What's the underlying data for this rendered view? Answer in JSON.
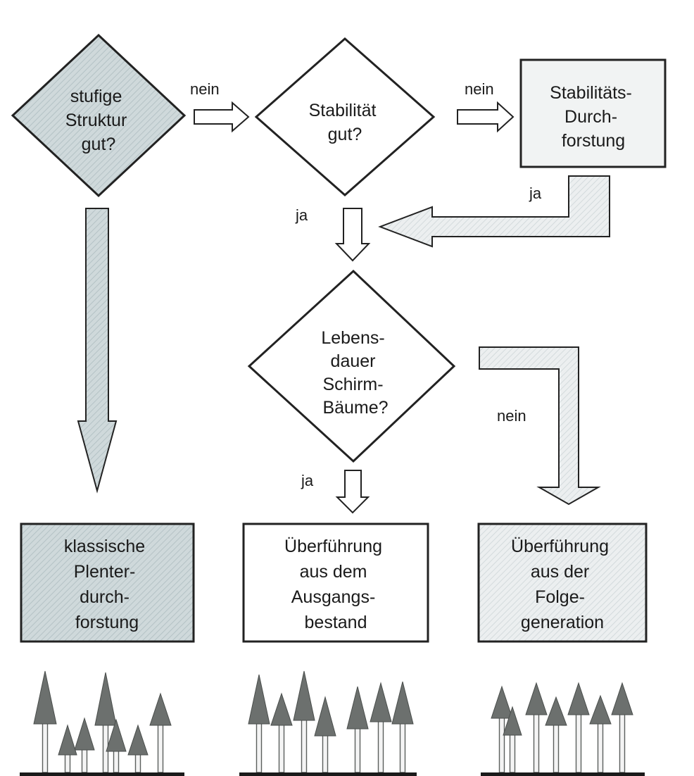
{
  "nodes": {
    "structure": {
      "lines": [
        "stufige",
        "Struktur",
        "gut?"
      ]
    },
    "stability": {
      "lines": [
        "Stabilität",
        "gut?"
      ]
    },
    "stability_thinning": {
      "lines": [
        "Stabilitäts-",
        "Durch-",
        "forstung"
      ]
    },
    "lifespan": {
      "lines": [
        "Lebens-",
        "dauer",
        "Schirm-",
        "Bäume?"
      ]
    },
    "classic": {
      "lines": [
        "klassische",
        "Plenter-",
        "durch-",
        "forstung"
      ]
    },
    "transfer_initial": {
      "lines": [
        "Überführung",
        "aus dem",
        "Ausgangs-",
        "bestand"
      ]
    },
    "transfer_next": {
      "lines": [
        "Überführung",
        "aus der",
        "Folge-",
        "generation"
      ]
    }
  },
  "edges": {
    "structure_to_stability": "nein",
    "stability_to_thinning": "nein",
    "thinning_back": "ja",
    "stability_down": "ja",
    "lifespan_down": "ja",
    "lifespan_right": "nein"
  },
  "colors": {
    "shaded_fill": "#cfd9db",
    "hatch": "#b4c2c5",
    "light_fill": "#f1f3f3",
    "stroke": "#222222",
    "tree": "#6c706e",
    "ground": "#1a1a1a"
  }
}
